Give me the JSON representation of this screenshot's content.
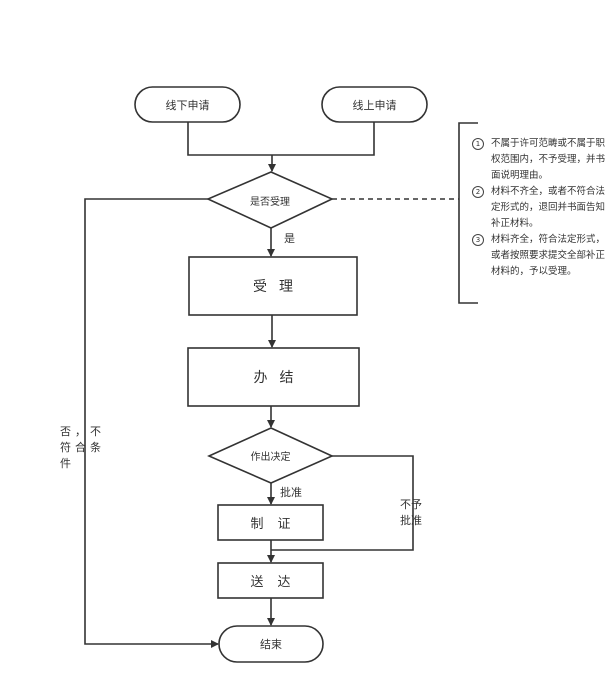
{
  "diagram": {
    "type": "flowchart",
    "colors": {
      "stroke": "#333333",
      "text": "#333333",
      "background": "#ffffff"
    },
    "nodes": {
      "offline_apply": {
        "shape": "terminal",
        "label": "线下申请"
      },
      "online_apply": {
        "shape": "terminal",
        "label": "线上申请"
      },
      "accept_decision": {
        "shape": "decision",
        "label": "是否受理"
      },
      "accept": {
        "shape": "process",
        "label": "受理"
      },
      "handle": {
        "shape": "process",
        "label": "办结"
      },
      "make_decision": {
        "shape": "decision",
        "label": "作出决定"
      },
      "certify": {
        "shape": "process",
        "label": "制证"
      },
      "deliver": {
        "shape": "process",
        "label": "送达"
      },
      "end": {
        "shape": "terminal",
        "label": "结束"
      }
    },
    "edges": [
      {
        "from": "offline_apply",
        "to": "accept_decision",
        "label": ""
      },
      {
        "from": "online_apply",
        "to": "accept_decision",
        "label": ""
      },
      {
        "from": "accept_decision",
        "to": "accept",
        "label": "是"
      },
      {
        "from": "accept_decision",
        "to": "end",
        "label": "否，不符合条件"
      },
      {
        "from": "accept",
        "to": "handle",
        "label": ""
      },
      {
        "from": "handle",
        "to": "make_decision",
        "label": ""
      },
      {
        "from": "make_decision",
        "to": "certify",
        "label": "批准"
      },
      {
        "from": "make_decision",
        "to": "deliver",
        "label": "不予批准"
      },
      {
        "from": "certify",
        "to": "deliver",
        "label": ""
      },
      {
        "from": "deliver",
        "to": "end",
        "label": ""
      },
      {
        "from": "accept_decision",
        "to": "notes",
        "label": "",
        "style": "dashed"
      }
    ],
    "edge_labels": {
      "yes": "是",
      "no_line1": "否，不",
      "no_line2": "符合条",
      "no_line3": "件",
      "approve": "批准",
      "reject_line1": "不予",
      "reject_line2": "批准"
    },
    "notes": [
      {
        "number": "1",
        "text": "不属于许可范畴或不属于职权范围内，不予受理，并书面说明理由。"
      },
      {
        "number": "2",
        "text": "材料不齐全，或者不符合法定形式的，退回并书面告知补正材料。"
      },
      {
        "number": "3",
        "text": "材料齐全，符合法定形式，或者按照要求提交全部补正材料的，予以受理。"
      }
    ]
  }
}
